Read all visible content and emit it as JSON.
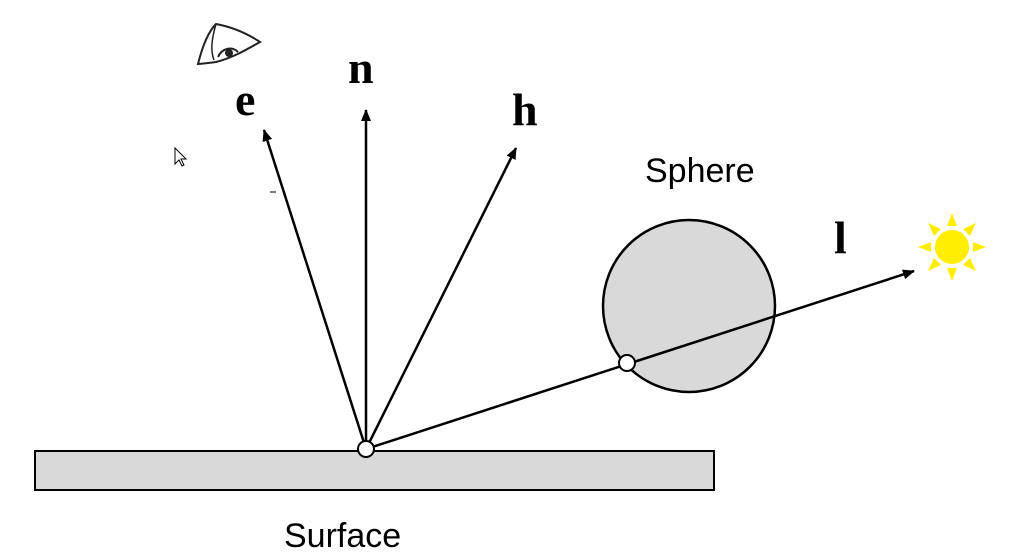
{
  "labels": {
    "eye_vector": "e",
    "normal_vector": "n",
    "half_vector": "h",
    "light_vector": "l",
    "sphere": "Sphere",
    "surface": "Surface"
  },
  "icons": {
    "eye": "eye-icon",
    "sun": "sun-icon",
    "cursor": "mouse-cursor-icon"
  },
  "colors": {
    "surface_fill": "#d9d9d9",
    "sphere_fill": "#d9d9d9",
    "stroke": "#000000",
    "sun": "#ffee00",
    "point_fill": "#ffffff"
  }
}
